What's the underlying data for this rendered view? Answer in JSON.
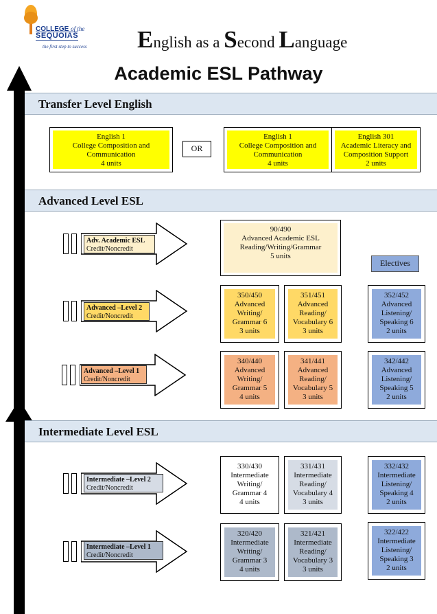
{
  "header": {
    "logo_college": "COLLEGE",
    "logo_of_the": "of the",
    "logo_sequoias": "SEQUOIAS",
    "logo_tagline": "the first step to success",
    "title_E": "E",
    "title_1": "nglish as a ",
    "title_S": "S",
    "title_2": "econd ",
    "title_L": "L",
    "title_3": "anguage",
    "subtitle": "Academic ESL Pathway"
  },
  "sections": {
    "transfer": "Transfer Level English",
    "advanced": "Advanced Level ESL",
    "intermediate": "Intermediate Level ESL"
  },
  "transfer": {
    "eng1_a": [
      "English 1",
      "College Composition and",
      "Communication",
      "4 units"
    ],
    "or": "OR",
    "eng1_b": [
      "English 1",
      "College Composition and",
      "Communication",
      "4 units"
    ],
    "eng301": [
      "English 301",
      "Academic Literacy and",
      "Composition Support",
      "2 units"
    ]
  },
  "electives": "Electives",
  "levels": [
    {
      "name": "Adv. Academic ESL",
      "sub": "Credit/Noncredit"
    },
    {
      "name": "Advanced –Level 2",
      "sub": "Credit/Noncredit"
    },
    {
      "name": "Advanced –Level 1",
      "sub": "Credit/Noncredit"
    },
    {
      "name": "Intermediate –Level 2",
      "sub": "Credit/Noncredit"
    },
    {
      "name": "Intermediate –Level 1",
      "sub": "Credit/Noncredit"
    }
  ],
  "courses": {
    "c90": [
      "90/490",
      "Advanced Academic ESL",
      "Reading/Writing/Grammar",
      "5 units"
    ],
    "c350": [
      "350/450",
      "Advanced",
      "Writing/",
      "Grammar 6",
      "3 units"
    ],
    "c351": [
      "351/451",
      "Advanced",
      "Reading/",
      "Vocabulary 6",
      "3 units"
    ],
    "c352": [
      "352/452",
      "Advanced",
      "Listening/",
      "Speaking 6",
      "2 units"
    ],
    "c340": [
      "340/440",
      "Advanced",
      "Writing/",
      "Grammar 5",
      "4 units"
    ],
    "c341": [
      "341/441",
      "Advanced",
      "Reading/",
      "Vocabulary 5",
      "3 units"
    ],
    "c342": [
      "342/442",
      "Advanced",
      "Listening/",
      "Speaking 5",
      "2 units"
    ],
    "c330": [
      "330/430",
      "Intermediate",
      "Writing/",
      "Grammar 4",
      "4 units"
    ],
    "c331": [
      "331/431",
      "Intermediate",
      "Reading/",
      "Vocabulary 4",
      "3 units"
    ],
    "c332": [
      "332/432",
      "Intermediate",
      "Listening/",
      "Speaking 4",
      "2 units"
    ],
    "c320": [
      "320/420",
      "Intermediate",
      "Writing/",
      "Grammar 3",
      "4 units"
    ],
    "c321": [
      "321/421",
      "Intermediate",
      "Reading/",
      "Vocabulary 3",
      "3 units"
    ],
    "c322": [
      "322/422",
      "Intermediate",
      "Listening/",
      "Speaking 3",
      "2 units"
    ]
  },
  "colors": {
    "yellow": "#ffff00",
    "cream": "#fdf0cc",
    "gold": "#ffd966",
    "salmon": "#f4b183",
    "blue": "#8eaadb",
    "lightgray": "#d6dce5",
    "slate": "#adb9ca"
  }
}
